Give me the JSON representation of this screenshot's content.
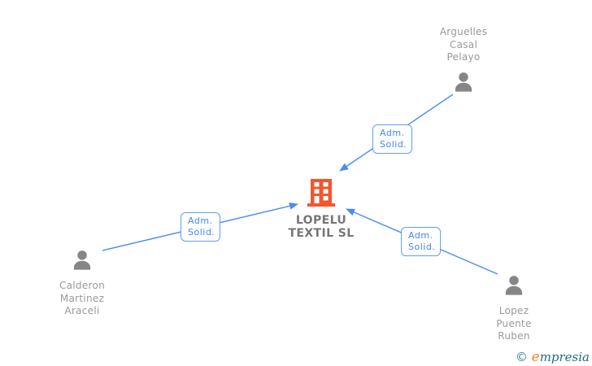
{
  "company": {
    "name_lines": [
      "LOPELU",
      "TEXTIL SL"
    ],
    "icon": "building-icon",
    "icon_color": "#F4562E"
  },
  "people": [
    {
      "name_lines": [
        "Arguelles",
        "Casal",
        "Pelayo"
      ],
      "icon": "person-icon"
    },
    {
      "name_lines": [
        "Calderon",
        "Martinez",
        "Araceli"
      ],
      "icon": "person-icon"
    },
    {
      "name_lines": [
        "Lopez",
        "Puente",
        "Ruben"
      ],
      "icon": "person-icon"
    }
  ],
  "edges": [
    {
      "from": "Arguelles Casal Pelayo",
      "to": "LOPELU TEXTIL SL",
      "label_lines": [
        "Adm.",
        "Solid."
      ]
    },
    {
      "from": "Calderon Martinez Araceli",
      "to": "LOPELU TEXTIL SL",
      "label_lines": [
        "Adm.",
        "Solid."
      ]
    },
    {
      "from": "Lopez Puente Ruben",
      "to": "LOPELU TEXTIL SL",
      "label_lines": [
        "Adm.",
        "Solid."
      ]
    }
  ],
  "watermark": {
    "copyright": "©",
    "brand_first_letter": "e",
    "brand_rest": "mpresia"
  },
  "colors": {
    "edge_blue": "#4a8bf5",
    "label_border_blue": "#5f9df8",
    "label_text_blue": "#4285f4",
    "person_gray": "#868686",
    "name_gray": "#98999b",
    "company_text_gray": "#767678",
    "building_orange": "#F4562E",
    "logo_teal": "#2e8390",
    "logo_orange": "#f6861f",
    "background": "#ffffff"
  }
}
